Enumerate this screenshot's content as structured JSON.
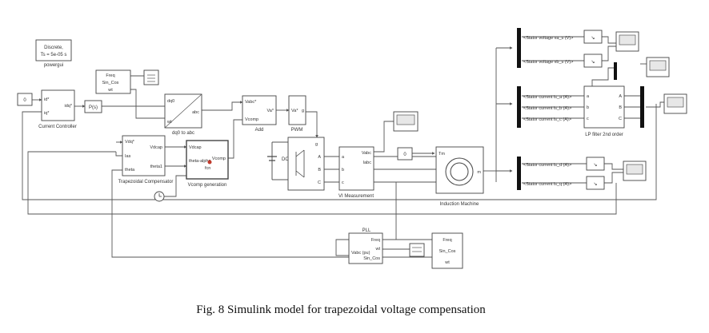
{
  "caption": "Fig. 8 Simulink model for trapezoidal voltage compensation",
  "blocks": {
    "powergui": {
      "line1": "Discrete,",
      "line2": "Ts = 5e-05 s",
      "name": "powergui"
    },
    "const_zero": {
      "text": "0"
    },
    "current_controller": {
      "port_id": "id*",
      "port_iq": "iq*",
      "port_out": "idq*",
      "name": "Current Controller"
    },
    "pi_block": {
      "text": "P(s)"
    },
    "clock_bus": {
      "port1": "Freq",
      "port2": "Sin_Cos",
      "port3": "wt"
    },
    "dq0_to_abc": {
      "port1": "dq0",
      "port2": "abc",
      "port3": "wt",
      "name": "dq0 to abc"
    },
    "add": {
      "port1": "Vabc*",
      "port2": "Vcomp",
      "port3": "Va*",
      "name": "Add"
    },
    "pwm": {
      "port1": "Va*",
      "port2": "g",
      "name": "PWM"
    },
    "trap_comp": {
      "port1": "Vdq*",
      "port2": "Vdcap",
      "port3": "Ias",
      "port4": "theta1",
      "port5": "theta",
      "name": "Trapezoidal Compensator"
    },
    "vcomp_gen": {
      "port1": "Vdcap",
      "port2": "theta-alpha",
      "port3": "fcn",
      "port4": "Vcomp",
      "name": "Vcomp generation"
    },
    "dc_source": {
      "text": "DC"
    },
    "inverter": {
      "port_g": "g",
      "port_a": "A",
      "port_b": "B",
      "port_c": "C"
    },
    "vi_meas": {
      "port1": "Vabc",
      "port2": "Iabc",
      "port3": "a",
      "port4": "b",
      "port5": "c",
      "name": "VI Measurement"
    },
    "torque_const": {
      "text": "0"
    },
    "induction_machine": {
      "port_tm": "Tm",
      "port_m": "m",
      "name": "Induction Machine"
    },
    "bus_selector_top": {
      "signals": [
        "<Stator voltage va_s (V)>",
        "<Stator voltage vb_s (V)>"
      ]
    },
    "bus_selector_mid": {
      "signals": [
        "<Stator current is_a (A)>",
        "<Stator current is_b (A)>",
        "<Stator current is_c (A)>"
      ]
    },
    "bus_selector_bot": {
      "signals": [
        "<Stator current is_d (A)>",
        "<Stator current is_q (A)>"
      ]
    },
    "lp_filter": {
      "port_a": "a",
      "port_b": "b",
      "port_c": "c",
      "name": "LP filter 2nd order",
      "port_A": "A",
      "port_B": "B",
      "port_C": "C"
    },
    "pll": {
      "title": "PLL",
      "port_in": "Vabc (pu)",
      "port_freq": "Freq",
      "port_wt": "wt",
      "port_sincos": "Sin_Cos"
    },
    "pll_bus": {
      "port1": "Freq",
      "port2": "Sin_Cos",
      "port3": "wt"
    },
    "transform_glyph": "↘",
    "clock_glyph": "◷"
  }
}
